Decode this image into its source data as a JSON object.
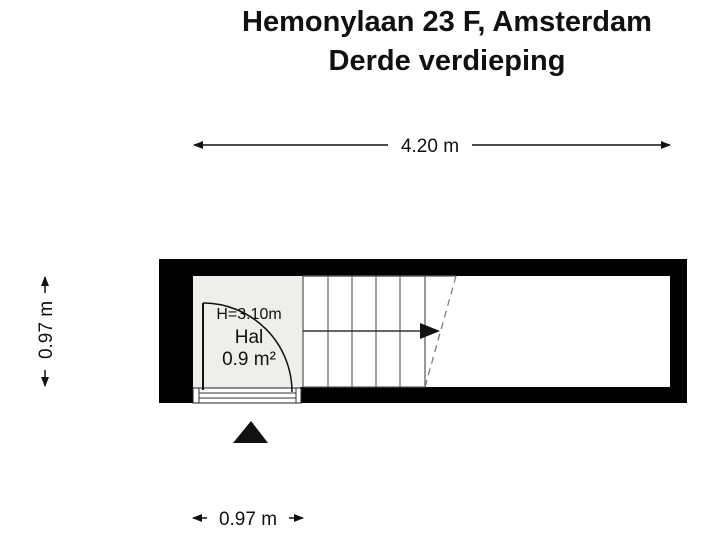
{
  "title": {
    "address": "Hemonylaan 23 F, Amsterdam",
    "floor": "Derde verdieping"
  },
  "dimensions": {
    "total_width": "4.20 m",
    "height": "0.97 m",
    "room_width": "0.97 m"
  },
  "room": {
    "ceiling_height": "H=3.10m",
    "name": "Hal",
    "area": "0.9 m²"
  },
  "colors": {
    "wall": "#000000",
    "room_fill": "#eeeeea",
    "stair_line": "#777777",
    "text": "#111111"
  },
  "icons": {
    "entrance": "triangle-up-icon",
    "stair_arrow": "arrow-right-icon"
  }
}
